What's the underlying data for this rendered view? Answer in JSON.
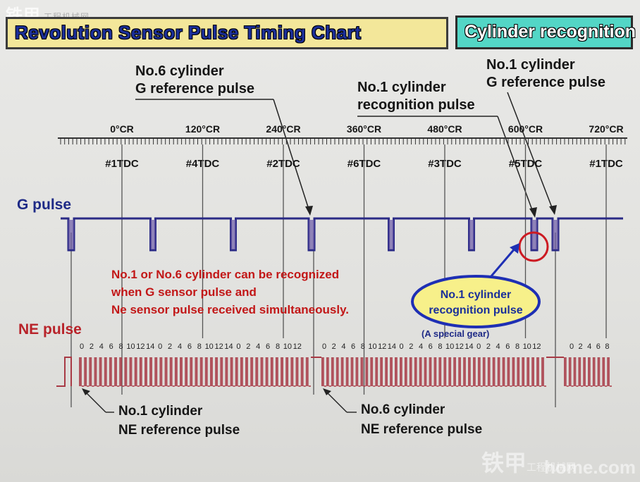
{
  "watermark_top": {
    "logo": "铁甲",
    "site": "工程机械网"
  },
  "title": "Revolution Sensor Pulse Timing Chart",
  "badge": "Cylinder recognition",
  "callouts": {
    "no6_g_ref": [
      "No.6 cylinder",
      "G reference pulse"
    ],
    "no1_recog": [
      "No.1 cylinder",
      "recognition pulse"
    ],
    "no1_g_ref": [
      "No.1 cylinder",
      "G reference pulse"
    ],
    "no1_ne_ref": [
      "No.1 cylinder",
      "NE reference pulse"
    ],
    "no6_ne_ref": [
      "No.6 cylinder",
      "NE reference pulse"
    ]
  },
  "crank_angles": [
    "0°CR",
    "120°CR",
    "240°CR",
    "360°CR",
    "480°CR",
    "600°CR",
    "720°CR"
  ],
  "tdc_labels": [
    "#1TDC",
    "#4TDC",
    "#2TDC",
    "#6TDC",
    "#3TDC",
    "#5TDC",
    "#1TDC"
  ],
  "g_pulse_label": "G pulse",
  "ne_pulse_label": "NE pulse",
  "note_lines": [
    "No.1 or No.6 cylinder can be recognized",
    "when  G  sensor pulse and",
    "Ne sensor pulse received simultaneously."
  ],
  "ellipse_label": [
    "No.1 cylinder",
    "recognition pulse"
  ],
  "special_gear": "(A special gear)",
  "ne_tooth_numbers": [
    [
      "0",
      "2",
      "4",
      "6",
      "8",
      "10",
      "12",
      "14",
      "0",
      "2",
      "4",
      "6",
      "8",
      "10",
      "12",
      "14",
      "0",
      "2",
      "4",
      "6",
      "8",
      "10",
      "12"
    ],
    [
      "0",
      "2",
      "4",
      "6",
      "8",
      "10",
      "12",
      "14",
      "0",
      "2",
      "4",
      "6",
      "8",
      "10",
      "12",
      "14",
      "0",
      "2",
      "4",
      "6",
      "8",
      "10",
      "12"
    ],
    [
      "0",
      "2",
      "4",
      "6",
      "8"
    ]
  ],
  "watermark_bottom": {
    "logo": "铁甲",
    "site": "工程机械网",
    "url": "home.com"
  },
  "colors": {
    "title_bg": "#f3e79a",
    "title_text": "#1b2f9a",
    "badge_bg": "#53d6c6",
    "g_pulse": "#2a2a86",
    "ne_pulse": "#a83a45",
    "note_text": "#c21717",
    "ellipse_fill": "#f7f08a",
    "ellipse_stroke": "#1e2fb4",
    "circle_highlight": "#cc1a22"
  }
}
